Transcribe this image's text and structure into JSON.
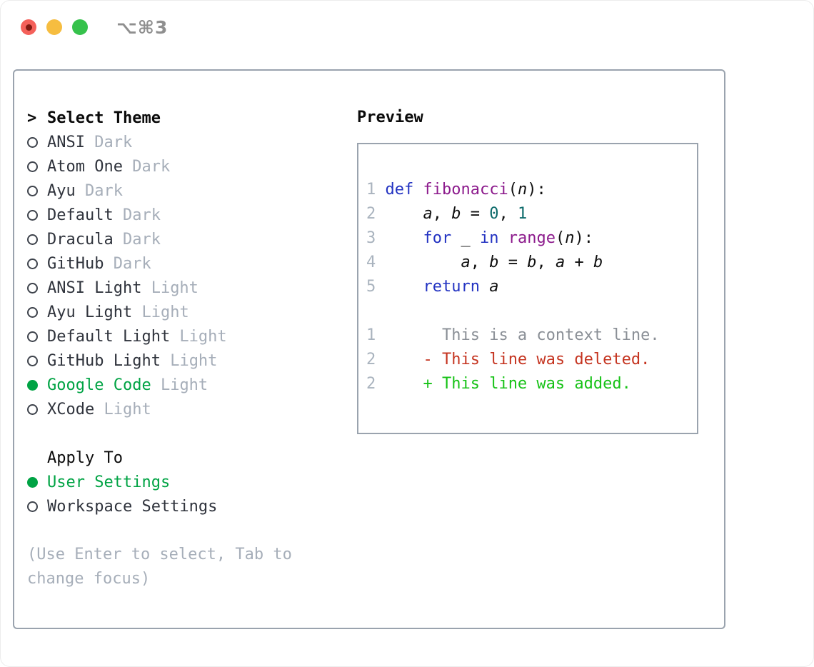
{
  "titlebar": {
    "title": "⌥⌘3"
  },
  "picker": {
    "cursor": ">",
    "title": "Select Theme",
    "themes": [
      {
        "name": "ANSI",
        "variant": "Dark",
        "selected": false
      },
      {
        "name": "Atom One",
        "variant": "Dark",
        "selected": false
      },
      {
        "name": "Ayu",
        "variant": "Dark",
        "selected": false
      },
      {
        "name": "Default",
        "variant": "Dark",
        "selected": false
      },
      {
        "name": "Dracula",
        "variant": "Dark",
        "selected": false
      },
      {
        "name": "GitHub",
        "variant": "Dark",
        "selected": false
      },
      {
        "name": "ANSI Light",
        "variant": "Light",
        "selected": false
      },
      {
        "name": "Ayu Light",
        "variant": "Light",
        "selected": false
      },
      {
        "name": "Default Light",
        "variant": "Light",
        "selected": false
      },
      {
        "name": "GitHub Light",
        "variant": "Light",
        "selected": false
      },
      {
        "name": "Google Code",
        "variant": "Light",
        "selected": true
      },
      {
        "name": "XCode",
        "variant": "Light",
        "selected": false
      }
    ],
    "apply_to": {
      "label": "Apply To",
      "options": [
        {
          "name": "User Settings",
          "selected": true
        },
        {
          "name": "Workspace Settings",
          "selected": false
        }
      ]
    },
    "hint": "(Use Enter to select, Tab to change focus)"
  },
  "preview": {
    "label": "Preview",
    "code_lines": [
      {
        "num": "1",
        "tokens": [
          [
            "kwd",
            "def"
          ],
          [
            "pln",
            " "
          ],
          [
            "typ",
            "fibonacci"
          ],
          [
            "pln",
            "("
          ],
          [
            "var",
            "n"
          ],
          [
            "pln",
            "):"
          ]
        ]
      },
      {
        "num": "2",
        "tokens": [
          [
            "pln",
            "    "
          ],
          [
            "var",
            "a"
          ],
          [
            "pln",
            ", "
          ],
          [
            "var",
            "b"
          ],
          [
            "pln",
            " = "
          ],
          [
            "lit",
            "0"
          ],
          [
            "pln",
            ", "
          ],
          [
            "lit",
            "1"
          ]
        ]
      },
      {
        "num": "3",
        "tokens": [
          [
            "pln",
            "    "
          ],
          [
            "kwd",
            "for"
          ],
          [
            "pln",
            " _ "
          ],
          [
            "kwd",
            "in"
          ],
          [
            "pln",
            " "
          ],
          [
            "typ",
            "range"
          ],
          [
            "pln",
            "("
          ],
          [
            "var",
            "n"
          ],
          [
            "pln",
            "):"
          ]
        ]
      },
      {
        "num": "4",
        "tokens": [
          [
            "pln",
            "        "
          ],
          [
            "var",
            "a"
          ],
          [
            "pln",
            ", "
          ],
          [
            "var",
            "b"
          ],
          [
            "pln",
            " = "
          ],
          [
            "var",
            "b"
          ],
          [
            "pln",
            ", "
          ],
          [
            "var",
            "a"
          ],
          [
            "pln",
            " + "
          ],
          [
            "var",
            "b"
          ]
        ]
      },
      {
        "num": "5",
        "tokens": [
          [
            "pln",
            "    "
          ],
          [
            "kwd",
            "return"
          ],
          [
            "pln",
            " "
          ],
          [
            "var",
            "a"
          ]
        ]
      }
    ],
    "diff_lines": [
      {
        "num": "1",
        "kind": "ctx",
        "text": "This is a context line."
      },
      {
        "num": "2",
        "kind": "del",
        "text": "- This line was deleted."
      },
      {
        "num": "2",
        "kind": "add",
        "text": "+ This line was added."
      }
    ]
  },
  "colors": {
    "accent_green": "#00a344",
    "item_text": "#2f333c",
    "muted": "#a6aeb9",
    "panel_border": "#9aa3ae",
    "gutter": "#a9b3be",
    "keyword": "#2333c2",
    "type": "#8c1a8c",
    "literal": "#0c6a6a",
    "context": "#8a8f96",
    "diff_red": "#c53420",
    "diff_green": "#16c216",
    "traffic_red": "#f4605a",
    "traffic_red_dot": "#801912",
    "traffic_yellow": "#f6bd40",
    "traffic_green": "#36c24c",
    "title_gray": "#8f8f8f"
  }
}
